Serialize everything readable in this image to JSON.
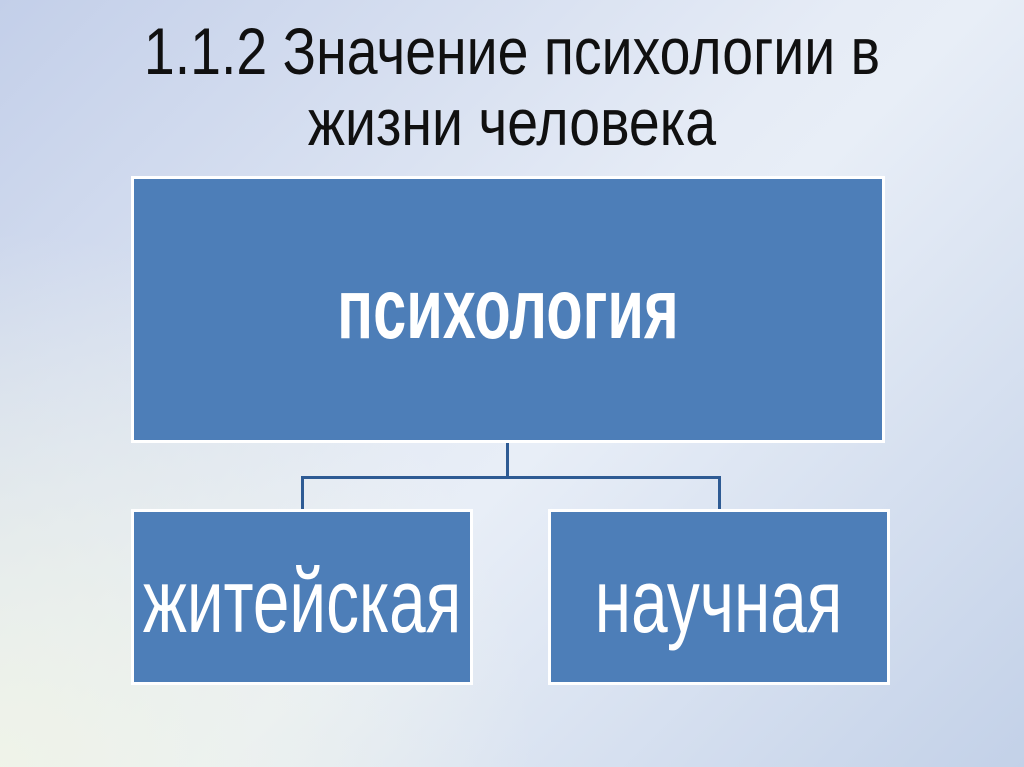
{
  "title": {
    "full": "1.1.2 Значение психологии в жизни человека",
    "line1": "1.1.2 Значение психологии в",
    "line2": "жизни человека"
  },
  "diagram": {
    "type": "hierarchy",
    "root": {
      "label": "психология"
    },
    "children": [
      {
        "label": "житейская"
      },
      {
        "label": "научная"
      }
    ]
  },
  "colors": {
    "box_fill": "#4d7eb8",
    "box_border": "#ffffff",
    "box_text": "#ffffff",
    "connector": "#2e5b94",
    "title_text": "#101010",
    "background_blue": "#c3cfe9",
    "background_light": "#e8eef7",
    "background_bottom_left": "#eef3e9"
  }
}
